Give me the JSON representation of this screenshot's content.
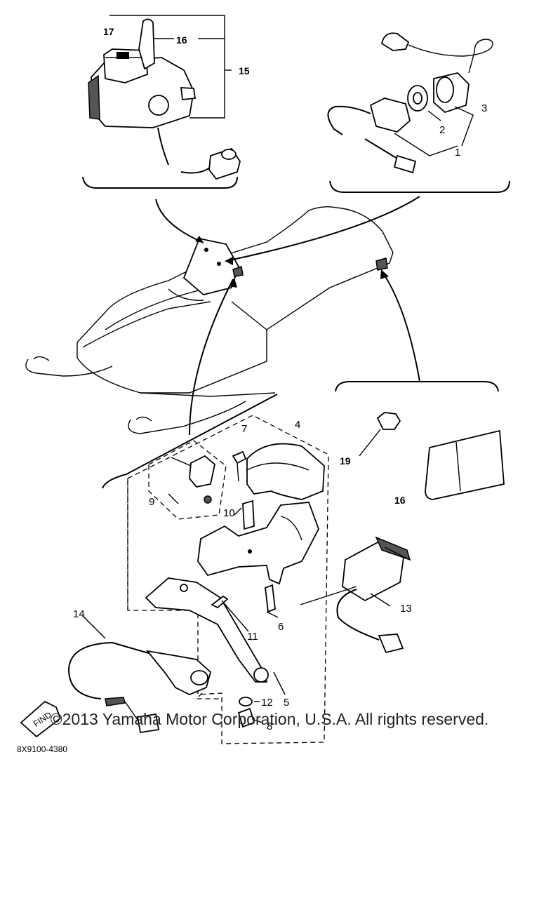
{
  "diagram": {
    "callouts": {
      "c1": "1",
      "c2": "2",
      "c3": "3",
      "c4": "4",
      "c5": "5",
      "c6": "6",
      "c7": "7",
      "c8": "8",
      "c9": "9",
      "c10": "10",
      "c11": "11",
      "c12": "12",
      "c13": "13",
      "c14": "14",
      "c15": "15",
      "c16": "16",
      "c16b": "16",
      "c17": "17",
      "c19": "19"
    },
    "drawing_code": "8X9100-4380",
    "find_label": "FIND"
  },
  "footer": {
    "copyright": "©2013 Yamaha Motor Corporation, U.S.A. All rights reserved."
  }
}
